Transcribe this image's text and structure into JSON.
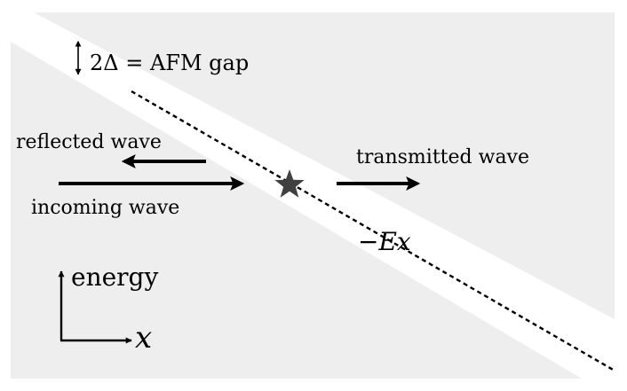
{
  "labels": {
    "gap": "2Δ = AFM gap",
    "reflected": "reflected wave",
    "incoming": "incoming wave",
    "transmitted": "transmitted wave",
    "potential": "−Ex",
    "energy_axis": "energy",
    "x_axis": "x"
  },
  "colors": {
    "background_region": "#eeeeee",
    "gap_band": "#ffffff",
    "dashed_line": "#000000",
    "arrows": "#000000",
    "star": "#404040",
    "text": "#000000"
  },
  "icons": {
    "scattering_point": "star-icon",
    "gap_indicator": "double-arrow-vertical-icon"
  }
}
